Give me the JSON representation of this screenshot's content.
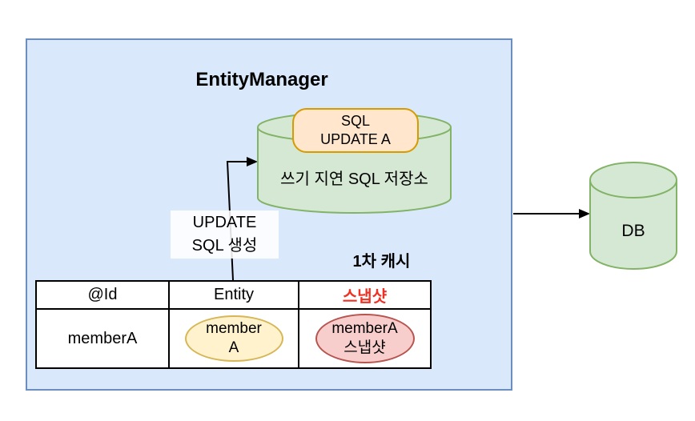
{
  "diagram": {
    "entity_manager": {
      "title": "EntityManager"
    },
    "write_behind_store": {
      "label": "쓰기 지연 SQL 저장소",
      "sql_box": {
        "line1": "SQL",
        "line2": "UPDATE A"
      }
    },
    "update_arrow_label": {
      "line1": "UPDATE",
      "line2": "SQL 생성"
    },
    "first_level_cache": {
      "title": "1차 캐시",
      "table": {
        "headers": [
          "@Id",
          "Entity",
          "스냅샷"
        ],
        "row": {
          "id": "memberA",
          "entity_ellipse": {
            "line1": "member",
            "line2": "A"
          },
          "snapshot_ellipse": {
            "line1": "memberA",
            "line2": "스냅샷"
          }
        }
      }
    },
    "db": {
      "label": "DB"
    },
    "colors": {
      "container_fill": "#dae8fc",
      "container_border": "#6c8ebf",
      "store_fill": "#d5e8d4",
      "store_border": "#82b366",
      "sql_box_fill": "#ffe6cc",
      "sql_box_border": "#d79b00",
      "entity_ellipse_fill": "#fff2cc",
      "entity_ellipse_border": "#d6b656",
      "snapshot_ellipse_fill": "#f8cecc",
      "snapshot_ellipse_border": "#b85450",
      "snapshot_header_text": "#ee3124",
      "arrow": "#000000"
    }
  }
}
